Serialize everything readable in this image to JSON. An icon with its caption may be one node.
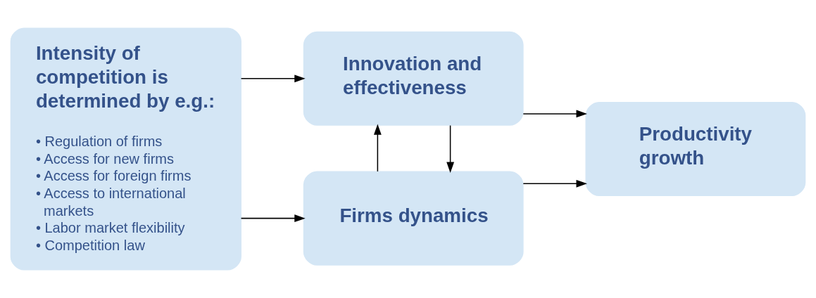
{
  "diagram": {
    "nodes": [
      {
        "text": [
          "Intensity of competition is determined by e.g.:",
          "• Regulation of firms",
          "• Access for new firms",
          "• Access for foreign firms",
          "• Access to international markets",
          "• Labor market flexibility",
          "• Competition law"
        ]
      },
      {
        "text": [
          "Firms dynamics"
        ]
      },
      {
        "text": [
          "Innovation and effectiveness"
        ]
      },
      {
        "text": [
          "Productivity growth"
        ]
      }
    ],
    "edges": [
      {
        "from": 0,
        "to": 1,
        "arrow": "to"
      },
      {
        "from": 0,
        "to": 2,
        "arrow": "to"
      },
      {
        "from": 2,
        "to": 1,
        "arrow": "to"
      },
      {
        "from": 1,
        "to": 2,
        "arrow": "to"
      },
      {
        "from": 1,
        "to": 3,
        "arrow": "to"
      },
      {
        "from": 2,
        "to": 3,
        "arrow": "to"
      }
    ]
  }
}
